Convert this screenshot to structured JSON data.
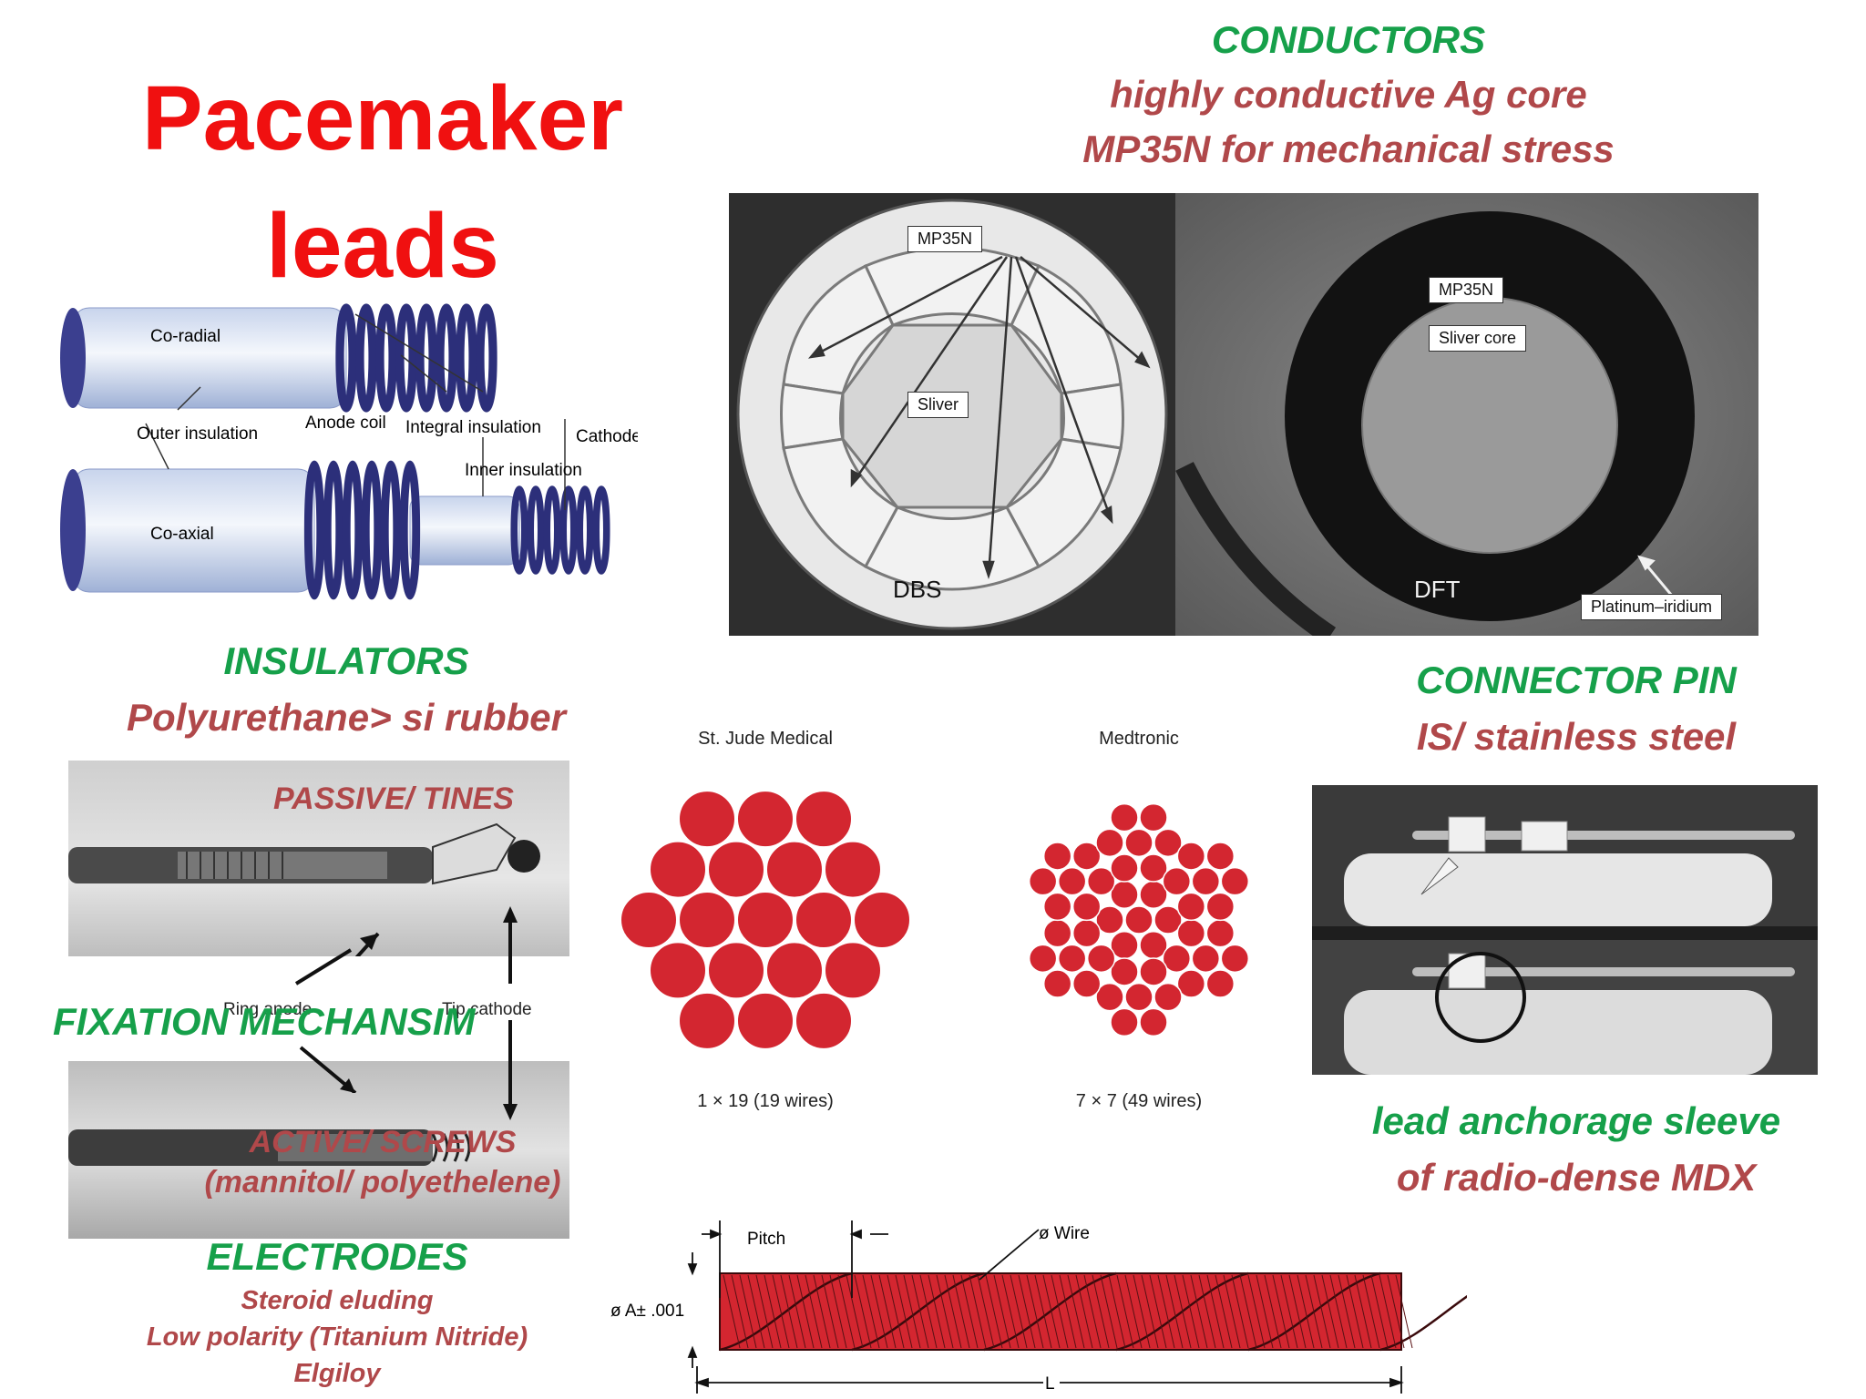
{
  "title": {
    "line1": "Pacemaker",
    "line2": "leads"
  },
  "conductors": {
    "heading": "CONDUCTORS",
    "line1": "highly conductive Ag core",
    "line2": "MP35N  for mechanical stress"
  },
  "coil_diagram": {
    "co_radial": "Co-radial",
    "outer_insulation": "Outer insulation",
    "anode_coil": "Anode coil",
    "integral_insulation": "Integral insulation",
    "cathode": "Cathode",
    "inner_insulation": "Inner insulation",
    "co_axial": "Co-axial"
  },
  "micrograph": {
    "mp35n_left": "MP35N",
    "sliver": "Sliver",
    "dbs": "DBS",
    "mp35n_right": "MP35N",
    "sliver_core": "Sliver core",
    "dft": "DFT",
    "platinum_iridium": "Platinum–iridium"
  },
  "insulators": {
    "heading": "INSULATORS",
    "line1": "Polyurethane> si rubber"
  },
  "fixation": {
    "passive": "PASSIVE/ TINES",
    "heading": "FIXATION MECHANSIM",
    "ring_anode": "Ring anode",
    "tip_cathode": "Tip cathode",
    "active": "ACTIVE/ SCREWS",
    "active_note": "(mannitol/ polyethelene)"
  },
  "electrodes": {
    "heading": "ELECTRODES",
    "line1": "Steroid eluding",
    "line2": "Low polarity (Titanium Nitride)",
    "line3": "Elgiloy"
  },
  "strands": {
    "sjm_label": "St. Jude Medical",
    "sjm_caption": "1 × 19 (19 wires)",
    "medtronic_label": "Medtronic",
    "medtronic_caption": "7 × 7 (49 wires)"
  },
  "connector": {
    "heading": "CONNECTOR PIN",
    "line1": "IS/ stainless steel"
  },
  "sleeve": {
    "line1": "lead anchorage sleeve",
    "line2": "of radio-dense MDX"
  },
  "cable_diagram": {
    "pitch": "Pitch",
    "wire": "ø Wire",
    "diameter": "ø A± .001",
    "length": "L"
  },
  "colors": {
    "title": "#f01010",
    "heading_green": "#16a04a",
    "text_brown": "#b0484a",
    "wire_red": "#d32630"
  }
}
